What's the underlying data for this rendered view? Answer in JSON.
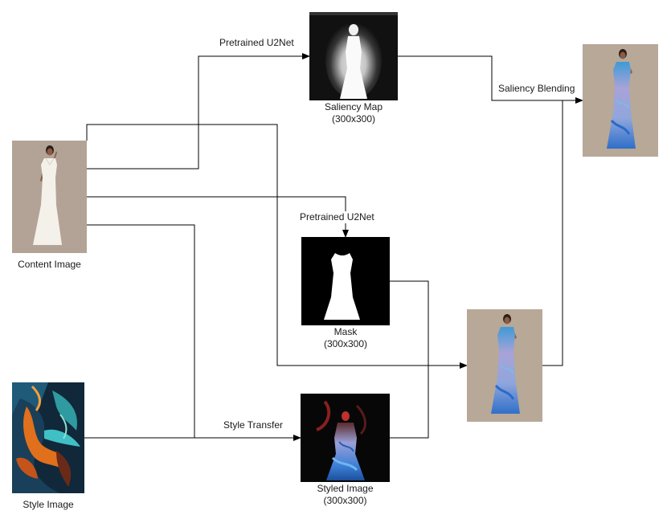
{
  "nodes": {
    "content": {
      "caption": "Content Image"
    },
    "style": {
      "caption": "Style Image"
    },
    "saliency": {
      "caption_line1": "Saliency Map",
      "caption_line2": "(300x300)"
    },
    "mask": {
      "caption_line1": "Mask",
      "caption_line2": "(300x300)"
    },
    "styled": {
      "caption_line1": "Styled Image",
      "caption_line2": "(300x300)"
    },
    "blended": {
      "caption": ""
    },
    "final": {
      "caption": ""
    }
  },
  "edges": {
    "u2net_saliency": "Pretrained U2Net",
    "u2net_mask": "Pretrained U2Net",
    "style_transfer": "Style Transfer",
    "saliency_blending": "Saliency Blending"
  },
  "colors": {
    "line": "#000000",
    "photo_bg": "#b3a396",
    "dress_white": "#f4f1ea",
    "dress_blue": "#3d7fd0",
    "dress_lavender": "#a7a2d6",
    "mask_bg": "#000000",
    "mask_fg": "#ffffff",
    "style_dark": "#10283a",
    "style_orange": "#e0701c",
    "style_teal": "#2f9aa0"
  }
}
